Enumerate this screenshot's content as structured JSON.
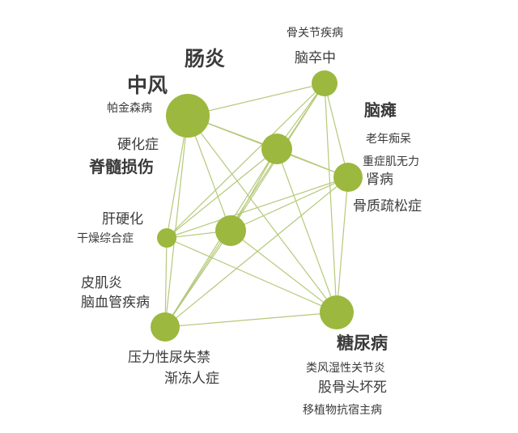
{
  "labels": {
    "changyan": "肠炎",
    "zhongfeng": "中风",
    "pajinsen": "帕金森病",
    "yinghuazheng": "硬化症",
    "jisui": "脊髓损伤",
    "ganyinghua": "肝硬化",
    "ganzao": "干燥综合症",
    "piji": "皮肌炎",
    "naoxueguan": "脑血管疾病",
    "yali": "压力性尿失禁",
    "jiandong": "渐冻人症",
    "guguanjie": "骨关节疾病",
    "naocuzhong": "脑卒中",
    "naotan": "脑瘫",
    "laonian": "老年痴呆",
    "zhongzheng": "重症肌无力",
    "shenbing": "肾病",
    "guzhi": "骨质疏松症",
    "tangniao": "糖尿病",
    "leifeng": "类风湿性关节炎",
    "gugutou": "股骨头坏死",
    "yizhi": "移植物抗宿主病"
  },
  "colors": {
    "node": "#9cb83e",
    "edge": "#b5c97a",
    "text": "#3a3a3a"
  }
}
